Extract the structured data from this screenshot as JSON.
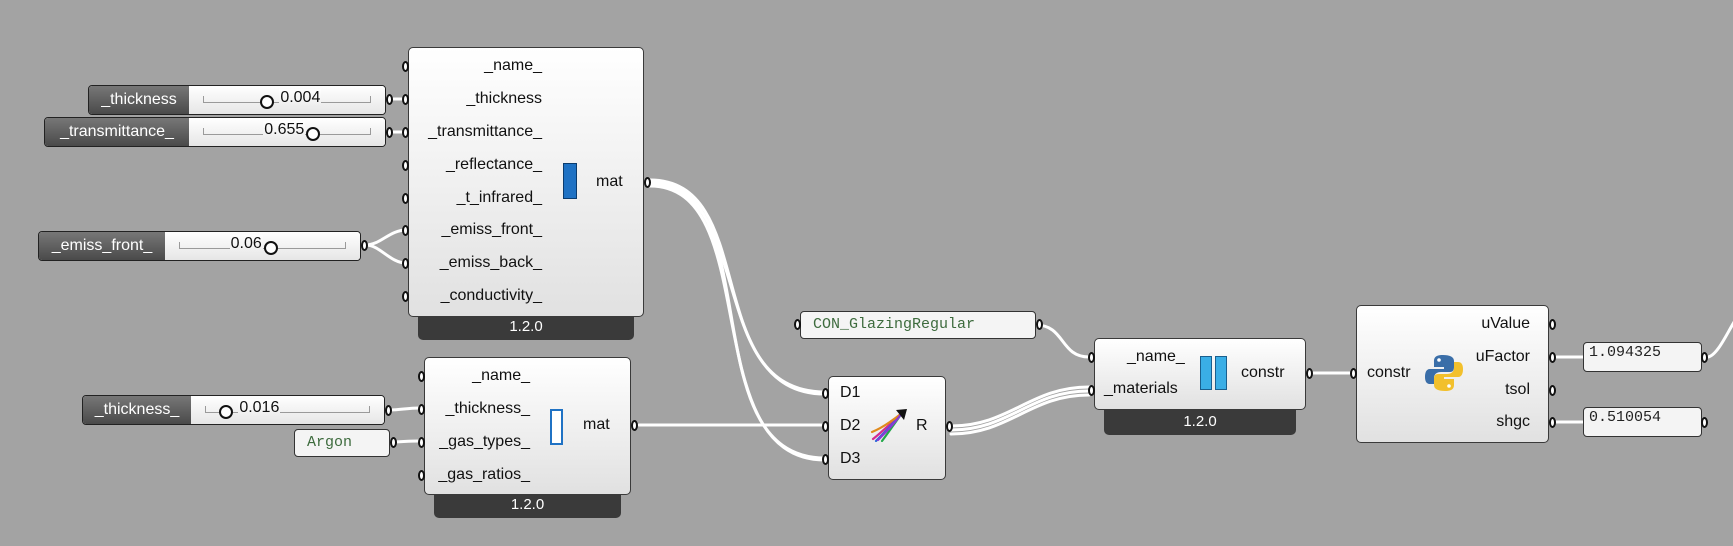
{
  "material_window": {
    "inputs": [
      "_name_",
      "_thickness",
      "_transmittance_",
      "_reflectance_",
      "_t_infrared_",
      "_emiss_front_",
      "_emiss_back_",
      "_conductivity_"
    ],
    "output": "mat",
    "icon": "window-material-icon",
    "version": "1.2.0"
  },
  "material_gas": {
    "inputs": [
      "_name_",
      "_thickness_",
      "_gas_types_",
      "_gas_ratios_"
    ],
    "output": "mat",
    "icon": "gas-material-icon",
    "version": "1.2.0"
  },
  "sliders": {
    "thickness_glass": {
      "name": "_thickness",
      "value": "0.004",
      "fraction": 0.38
    },
    "transmittance": {
      "name": "_transmittance_",
      "value": "0.655",
      "fraction": 0.66
    },
    "emiss_front": {
      "name": "_emiss_front_",
      "value": "0.06",
      "fraction": 0.55
    },
    "thickness_gas": {
      "name": "_thickness_",
      "value": "0.016",
      "fraction": 0.12
    }
  },
  "panels": {
    "gas_type": "Argon",
    "construction_name": "CON_GlazingRegular",
    "ufactor": "1.094325",
    "shgc": "0.510054"
  },
  "merge": {
    "inputs": [
      "D1",
      "D2",
      "D3"
    ],
    "output": "R",
    "icon": "merge-icon"
  },
  "construction": {
    "inputs": [
      "_name_",
      "_materials"
    ],
    "output": "constr",
    "icon": "construction-icon",
    "version": "1.2.0"
  },
  "properties": {
    "input": "constr",
    "outputs": [
      "uValue",
      "uFactor",
      "tsol",
      "shgc"
    ],
    "icon": "python-icon"
  },
  "colors": {
    "canvas": "#a3a3a3",
    "component_border": "#3a3a3a",
    "wire": "#ffffff",
    "panel_text": "#3d6b3d"
  }
}
